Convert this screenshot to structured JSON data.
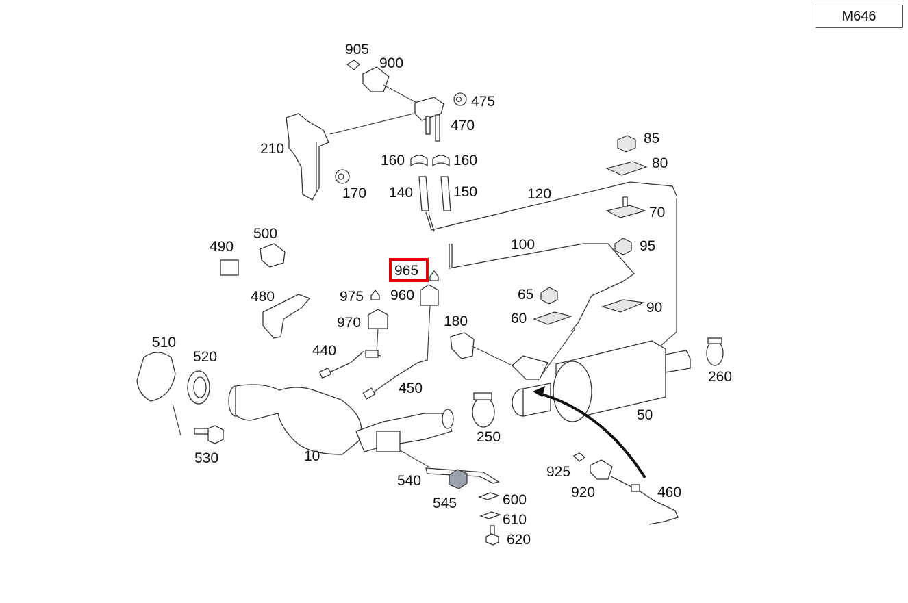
{
  "model_code": "M646",
  "highlighted_part": "965",
  "highlight_color": "#e00000",
  "labels": {
    "p905": "905",
    "p900": "900",
    "p475": "475",
    "p470": "470",
    "p210": "210",
    "p170": "170",
    "p160a": "160",
    "p160b": "160",
    "p140": "140",
    "p150": "150",
    "p120": "120",
    "p85": "85",
    "p80": "80",
    "p70": "70",
    "p95": "95",
    "p100": "100",
    "p490": "490",
    "p500": "500",
    "p480": "480",
    "p965": "965",
    "p975": "975",
    "p960": "960",
    "p970": "970",
    "p180": "180",
    "p65": "65",
    "p60": "60",
    "p90": "90",
    "p440": "440",
    "p510": "510",
    "p520": "520",
    "p450": "450",
    "p260": "260",
    "p250": "250",
    "p50": "50",
    "p530": "530",
    "p10": "10",
    "p540": "540",
    "p545": "545",
    "p600": "600",
    "p610": "610",
    "p620": "620",
    "p925": "925",
    "p920": "920",
    "p460": "460"
  }
}
